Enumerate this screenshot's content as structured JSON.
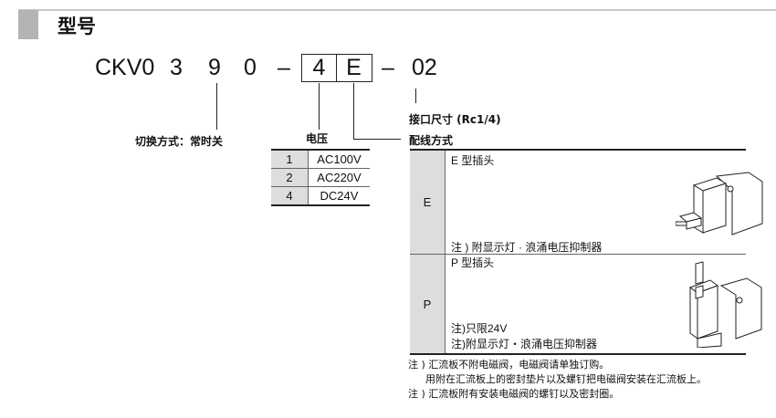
{
  "title": "型号",
  "model": {
    "prefix": "CKV0",
    "d1": "3",
    "d2": "9",
    "d3": "0",
    "dash1": "–",
    "voltage_code": "4",
    "wiring_code": "E",
    "dash2": "–",
    "port": "02"
  },
  "labels": {
    "switching": "切换方式：常时关",
    "voltage": "电压",
    "port_size": "接口尺寸 (Rc1/4)",
    "wiring": "配线方式"
  },
  "voltage_table": [
    {
      "code": "1",
      "value": "AC100V"
    },
    {
      "code": "2",
      "value": "AC220V"
    },
    {
      "code": "4",
      "value": "DC24V"
    }
  ],
  "wiring_table": [
    {
      "code": "E",
      "name": "E 型插头",
      "notes": [
        "注 ) 附显示灯 · 浪涌电压抑制器"
      ]
    },
    {
      "code": "P",
      "name": "P 型插头",
      "notes": [
        "注)只限24V",
        "注)附显示灯・浪涌电压抑制器"
      ]
    }
  ],
  "footnotes": [
    "注 ) 汇流板不附电磁阀，电磁阀请单独订购。",
    "用附在汇流板上的密封垫片以及螺钉把电磁阀安装在汇流板上。",
    "注 ) 汇流板附有安装电磁阀的螺钉以及密封圈。"
  ]
}
